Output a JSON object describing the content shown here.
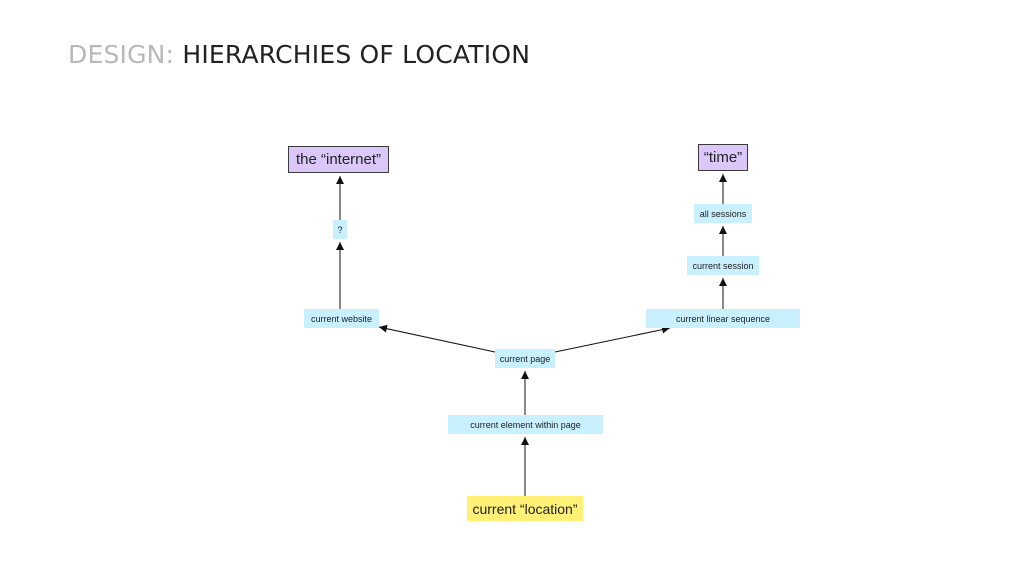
{
  "title": {
    "prefix": "DESIGN:",
    "main": "HIERARCHIES OF LOCATION"
  },
  "diagram": {
    "nodes": {
      "internet": "the “internet”",
      "unknown": "?",
      "website": "current website",
      "page": "current page",
      "element": "current element within page",
      "location": "current “location”",
      "linear_sequence": "current linear sequence",
      "session": "current session",
      "all_sessions": "all sessions",
      "time": "“time”"
    },
    "colors": {
      "root_fill": "#dcc7fa",
      "intermediate_fill": "#c8f0ff",
      "start_fill": "#fff176",
      "edge": "#111111"
    },
    "edges": [
      [
        "location",
        "element"
      ],
      [
        "element",
        "page"
      ],
      [
        "page",
        "website"
      ],
      [
        "page",
        "linear_sequence"
      ],
      [
        "website",
        "unknown"
      ],
      [
        "unknown",
        "internet"
      ],
      [
        "linear_sequence",
        "session"
      ],
      [
        "session",
        "all_sessions"
      ],
      [
        "all_sessions",
        "time"
      ]
    ]
  }
}
